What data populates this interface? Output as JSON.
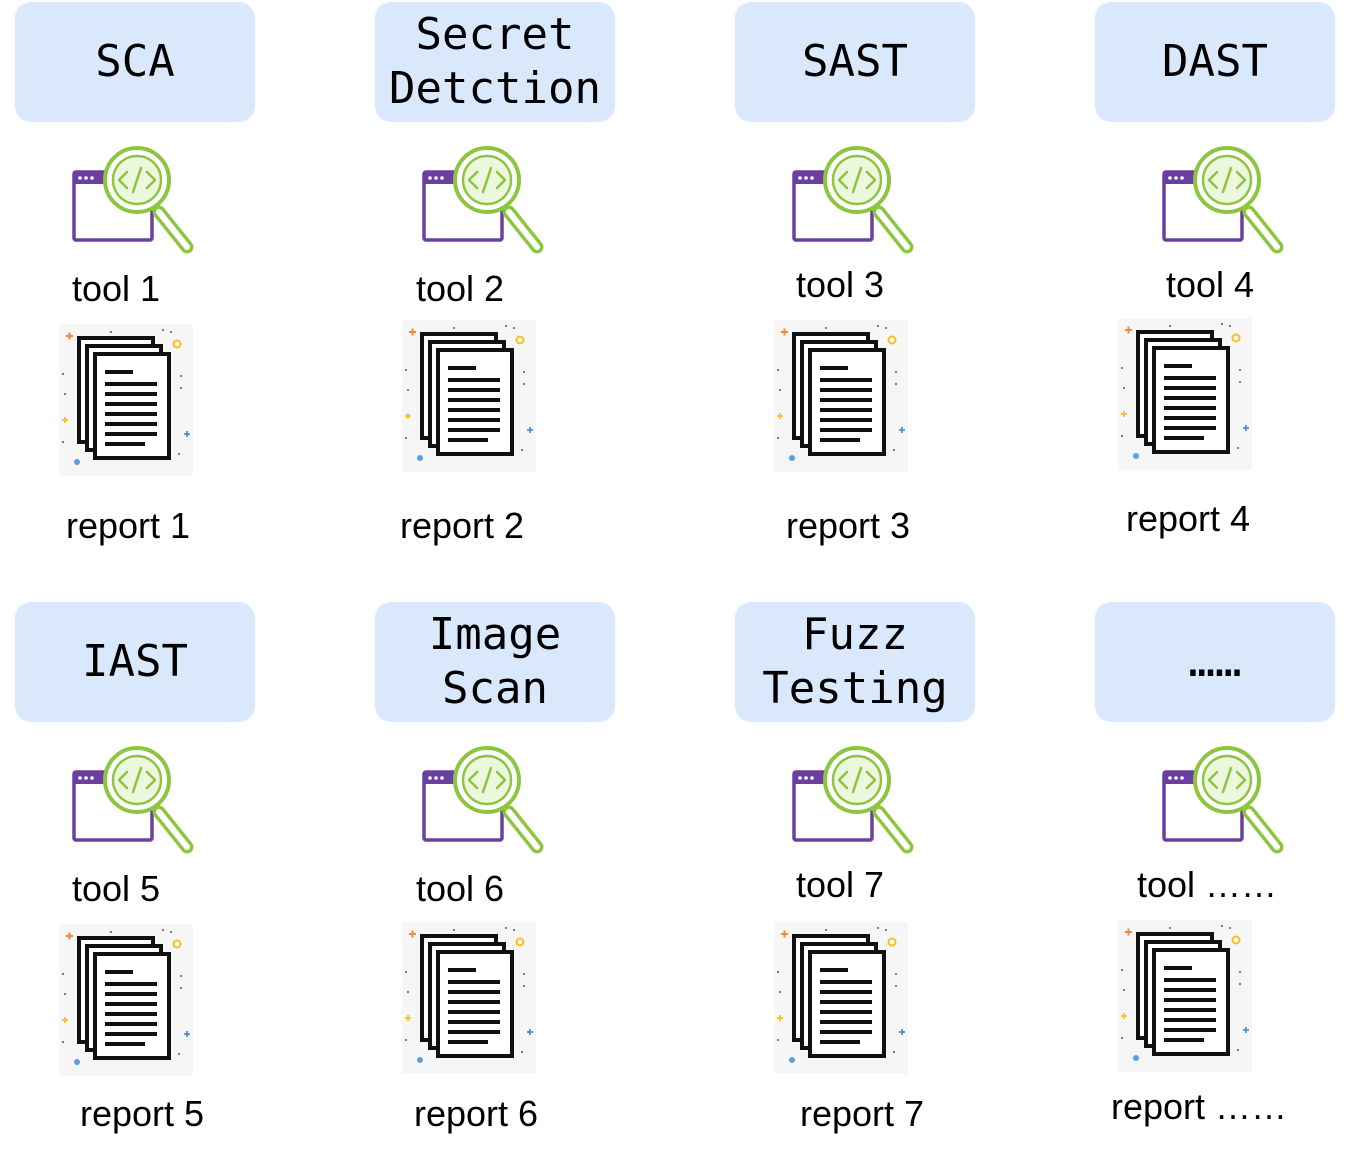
{
  "categories": [
    {
      "title": "SCA",
      "tool": "tool 1",
      "report": "report 1",
      "colors": {
        "badge": "#dae8fc"
      }
    },
    {
      "title": "Secret\nDetction",
      "tool": "tool 2",
      "report": "report 2"
    },
    {
      "title": "SAST",
      "tool": "tool 3",
      "report": "report 3"
    },
    {
      "title": "DAST",
      "tool": "tool 4",
      "report": "report 4"
    },
    {
      "title": "IAST",
      "tool": "tool 5",
      "report": "report 5"
    },
    {
      "title": "Image\nScan",
      "tool": "tool 6",
      "report": "report 6"
    },
    {
      "title": "Fuzz\nTesting",
      "tool": "tool 7",
      "report": "report 7"
    },
    {
      "title": "……",
      "tool": "tool ……",
      "report": "report ……"
    }
  ],
  "icons": {
    "tool": "code-search-icon",
    "report": "documents-icon"
  },
  "colors": {
    "badge": "#dae8fc",
    "tool_window": "#6b3fa0",
    "magnifier": "#8cc63f"
  }
}
